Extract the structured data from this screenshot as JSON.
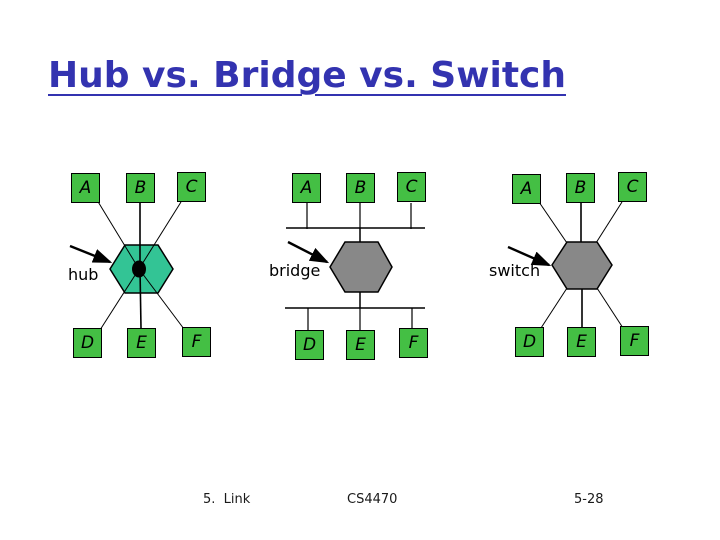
{
  "slide": {
    "title": "Hub vs. Bridge vs. Switch"
  },
  "colors": {
    "title_blue": "#3333b0",
    "node_green": "#44bf44",
    "hub_fill": "#33c495",
    "bridge_fill": "#888888",
    "switch_fill": "#888888",
    "line": "#000000"
  },
  "diagrams": [
    {
      "label": "hub",
      "top_nodes": [
        "A",
        "B",
        "C"
      ],
      "bottom_nodes": [
        "D",
        "E",
        "F"
      ]
    },
    {
      "label": "bridge",
      "top_nodes": [
        "A",
        "B",
        "C"
      ],
      "bottom_nodes": [
        "D",
        "E",
        "F"
      ]
    },
    {
      "label": "switch",
      "top_nodes": [
        "A",
        "B",
        "C"
      ],
      "bottom_nodes": [
        "D",
        "E",
        "F"
      ]
    }
  ],
  "footer": {
    "section": "5.  Link",
    "course": "CS4470",
    "page": "5-28"
  }
}
